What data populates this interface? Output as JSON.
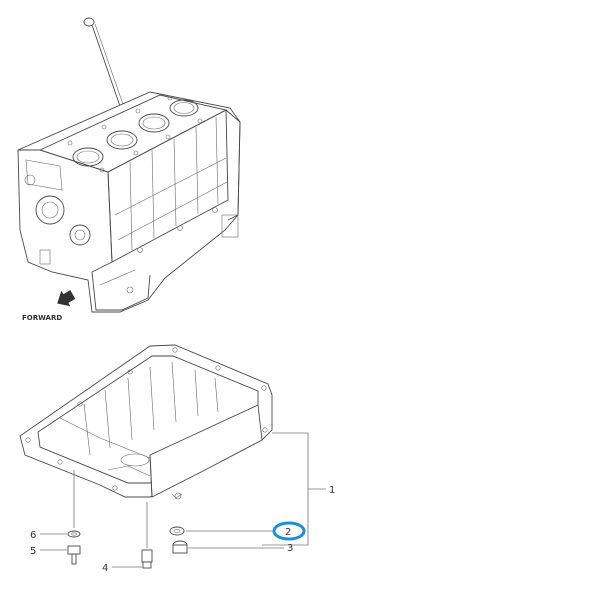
{
  "labels": {
    "forward": "FORWARD",
    "callouts": [
      "1",
      "2",
      "3",
      "4",
      "5",
      "6"
    ]
  },
  "highlight_color": "#1e8fd6",
  "line_color": "#4a4a4a"
}
